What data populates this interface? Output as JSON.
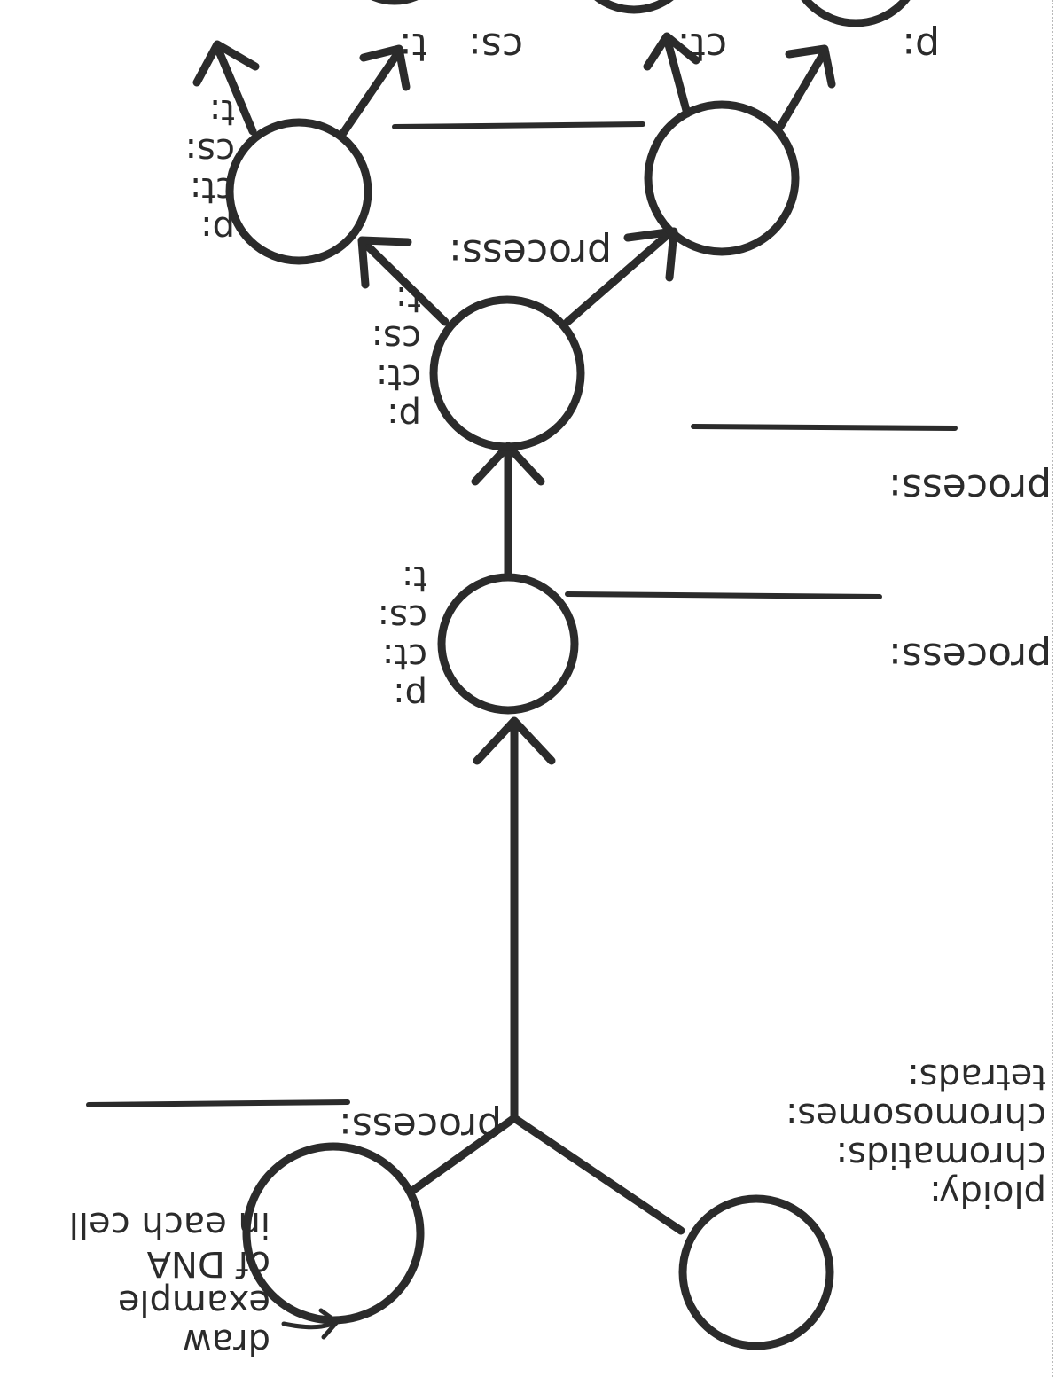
{
  "cell_labels": {
    "p": "p:",
    "ct": "ct:",
    "cs": "cs:",
    "t": "t:"
  },
  "process_label": "process:",
  "legend": {
    "ploidy": "ploidy:",
    "chromatids": "chromatids:",
    "chromosomes": "chromosomes:",
    "tetrads": "tetrads:"
  },
  "note": {
    "line1": "draw",
    "line2": "example",
    "line3": "of DNA",
    "line4": "in each cell"
  },
  "colors": {
    "ink": "#2b2b2b",
    "paper": "#ffffff"
  }
}
